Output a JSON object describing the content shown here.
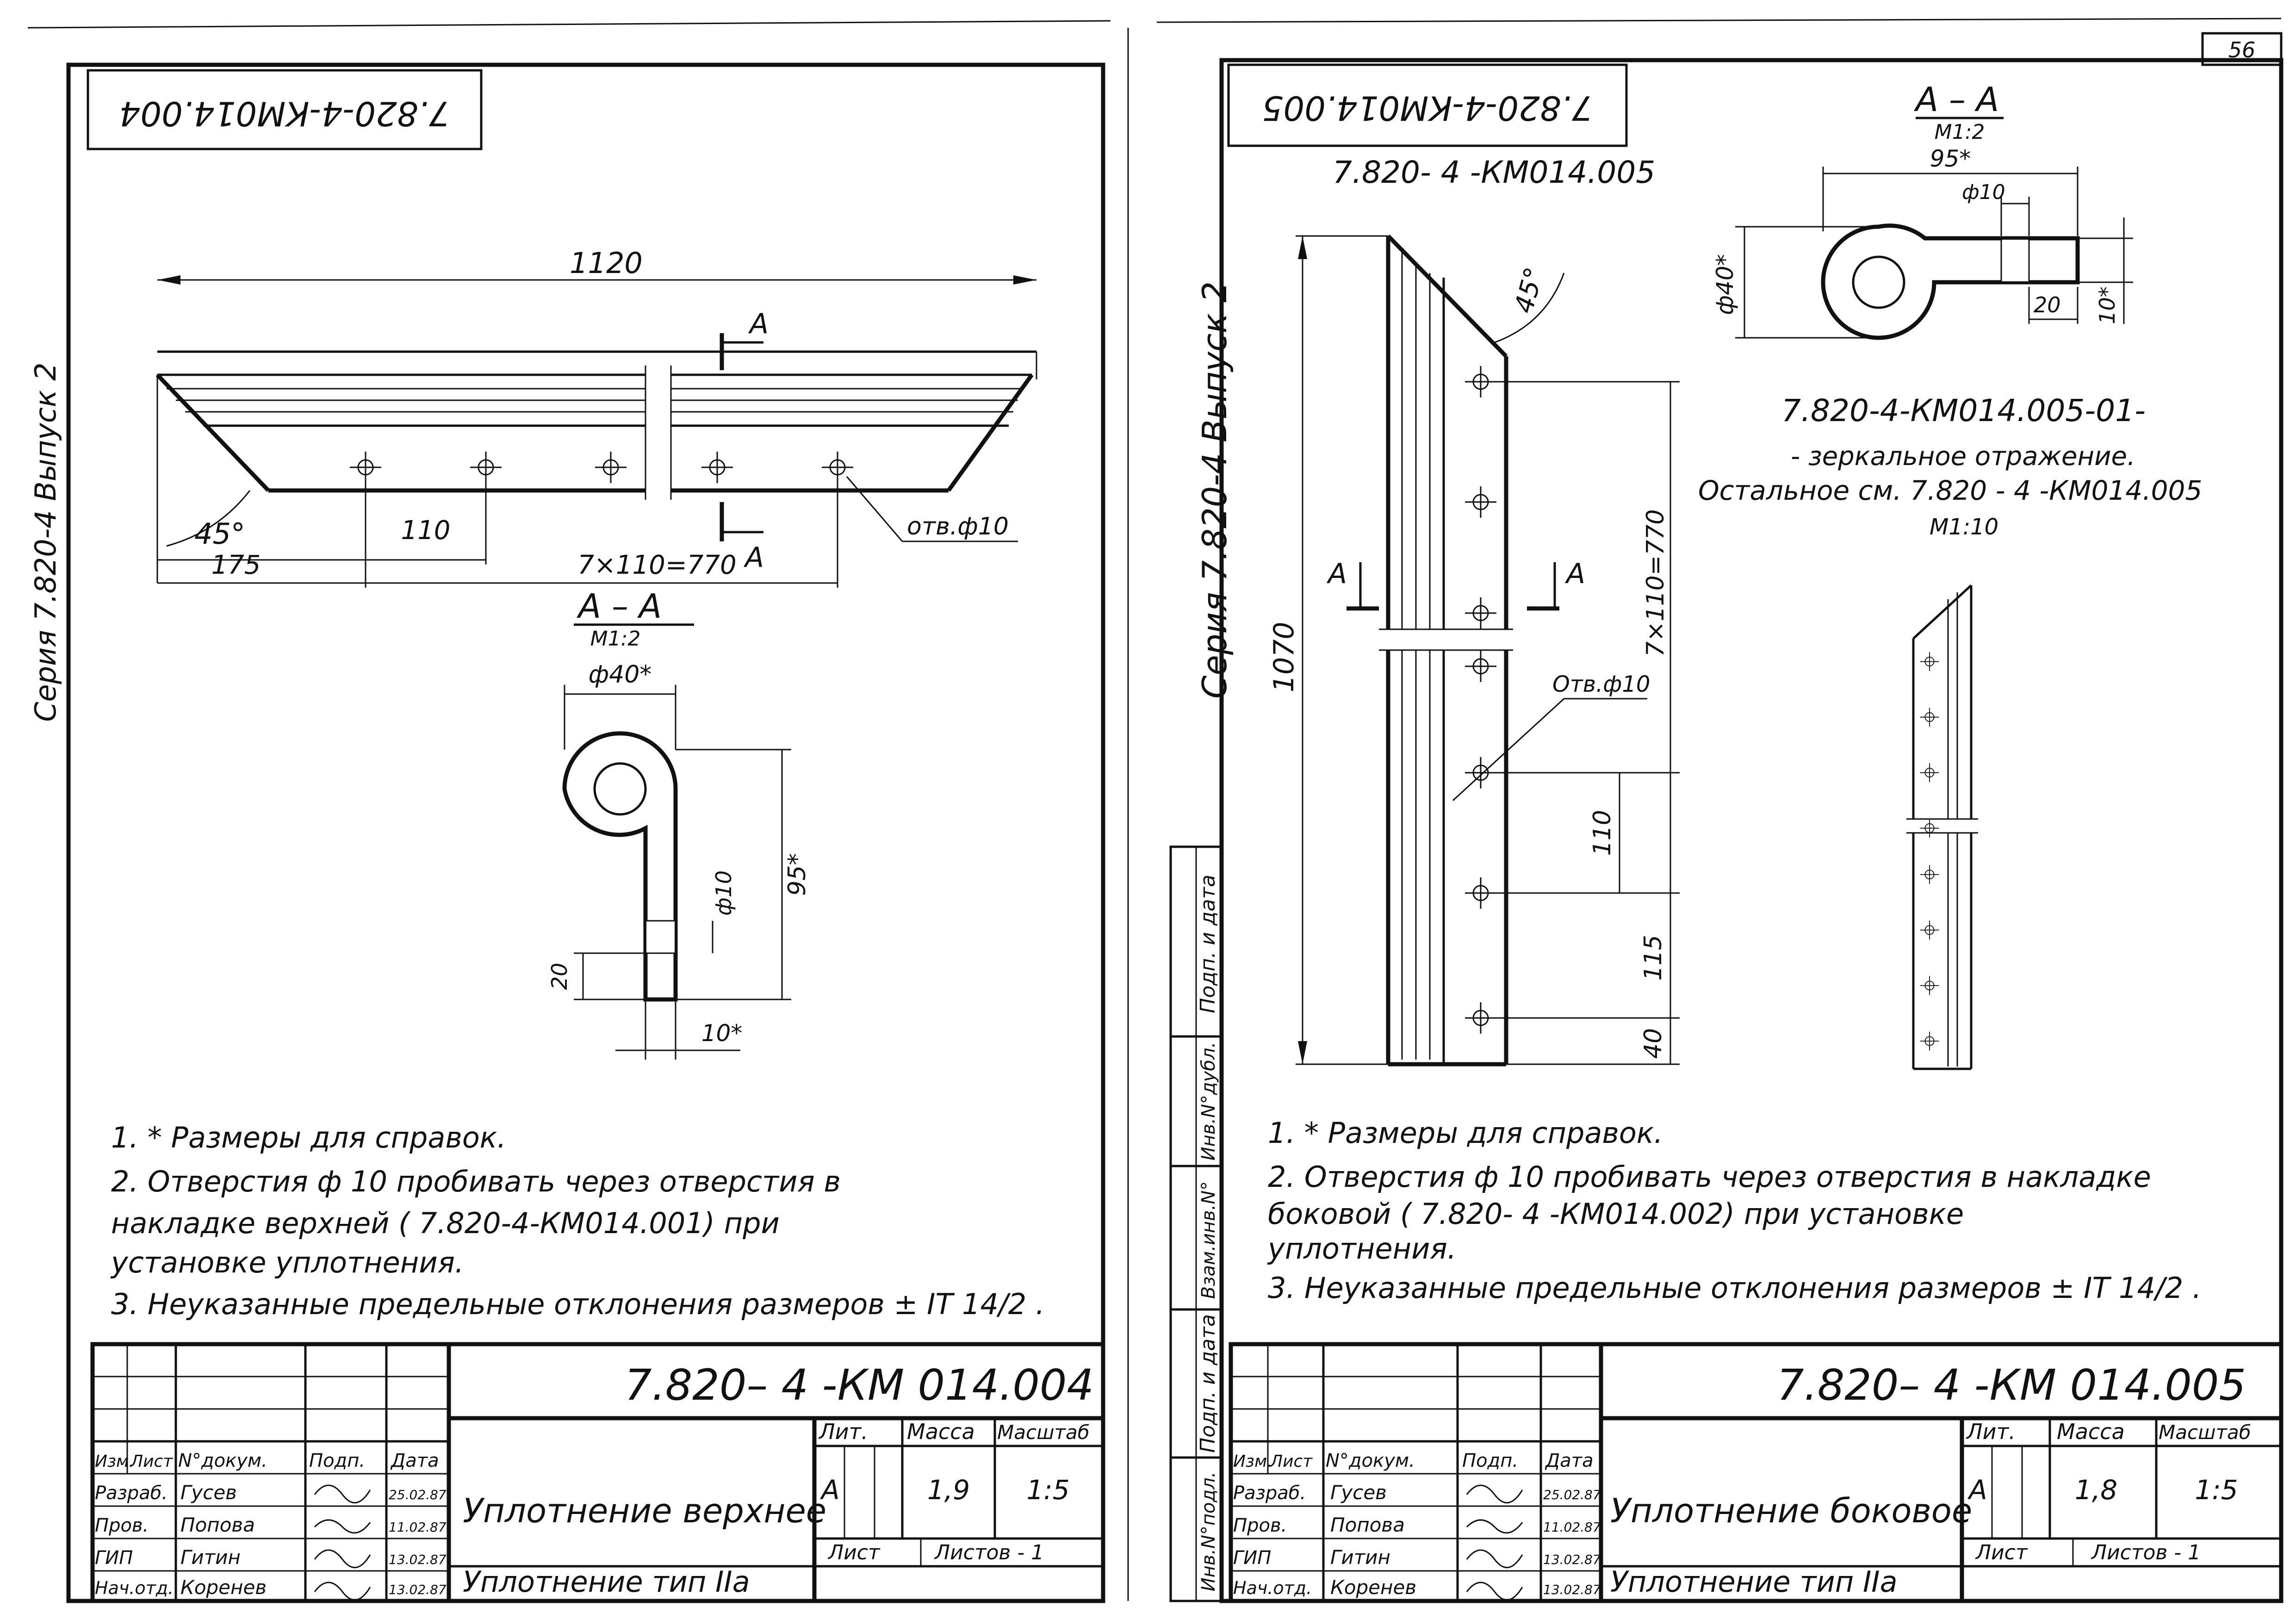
{
  "page_number": "56",
  "left": {
    "stamp": "7.820-4-КМ014.004",
    "side_text": "Серия 7.820-4 Выпуск 2",
    "dim_total": "1120",
    "dim_175": "175",
    "dim_110": "110",
    "dim_770": "7×110=770",
    "angle": "45°",
    "hole_label": "отв.ф10",
    "cut_mark": "А",
    "section_title": "А – А",
    "section_scale": "М1:2",
    "dim_d40": "ф40*",
    "dim_95": "95*",
    "dim_d10": "ф10",
    "dim_20": "20",
    "dim_10": "10*",
    "notes": [
      "1.  * Размеры для справок.",
      "2.  Отверстия  ф 10 пробивать через отверстия в",
      "     накладке верхней (          7.820-4-КМ014.001) при",
      "     установке  уплотнения.",
      "3.  Неуказанные предельные отклонения размеров ± IT 14/2 ."
    ],
    "title_block": {
      "designation": "7.820– 4 -КМ 014.004",
      "name": "Уплотнение верхнее",
      "subname": "Уплотнение тип IIа",
      "col_headers": [
        "Изм.",
        "Лист",
        "N°докум.",
        "Подп.",
        "Дата"
      ],
      "rows": [
        {
          "role": "Разраб.",
          "person": "Гусев",
          "date": "25.02.87"
        },
        {
          "role": "Пров.",
          "person": "Попова",
          "date": "11.02.87"
        },
        {
          "role": "ГИП",
          "person": "Гитин",
          "date": "13.02.87"
        },
        {
          "role": "Нач.отд.",
          "person": "Коренев",
          "date": "13.02.87"
        }
      ],
      "lit_label": "Лит.",
      "mass_label": "Масса",
      "scale_label": "Масштаб",
      "lit": "А",
      "mass": "1,9",
      "scale": "1:5",
      "sheet_label": "Лист",
      "sheets_label": "Листов - 1"
    }
  },
  "right": {
    "stamp": "7.820-4-КМ014.005",
    "part_label": "7.820- 4 -КМ014.005",
    "side_text": "Серия 7.820-4  Выпуск 2",
    "dim_1070": "1070",
    "dim_770": "7×110=770",
    "dim_110": "110",
    "dim_115": "115",
    "dim_40": "40",
    "angle": "45°",
    "hole_label": "Отв.ф10",
    "cut_mark": "А",
    "section_title": "А – А",
    "section_scale": "М1:2",
    "dim_95": "95*",
    "dim_d10": "ф10",
    "dim_d40": "ф40*",
    "dim_20": "20",
    "dim_10": "10*",
    "mirror_label": "7.820-4-КМ014.005-01-",
    "mirror_line1": "- зеркальное отражение.",
    "mirror_line2": "Остальное см. 7.820 - 4 -КМ014.005",
    "mirror_scale": "М1:10",
    "notes": [
      "1.  * Размеры для справок.",
      "2.  Отверстия  ф 10 пробивать через отверстия в накладке",
      "     боковой (        7.820- 4 -КМ014.002) при установке",
      "     уплотнения.",
      "3.  Неуказанные  предельные отклонения размеров ± IT 14/2 ."
    ],
    "title_block": {
      "designation": "7.820– 4 -КМ 014.005",
      "name": "Уплотнение боковое",
      "subname": "Уплотнение тип IIа",
      "col_headers": [
        "Изм.",
        "Лист",
        "N°докум.",
        "Подп.",
        "Дата"
      ],
      "rows": [
        {
          "role": "Разраб.",
          "person": "Гусев",
          "date": "25.02.87"
        },
        {
          "role": "Пров.",
          "person": "Попова",
          "date": "11.02.87"
        },
        {
          "role": "ГИП",
          "person": "Гитин",
          "date": "13.02.87"
        },
        {
          "role": "Нач.отд.",
          "person": "Коренев",
          "date": "13.02.87"
        }
      ],
      "lit_label": "Лит.",
      "mass_label": "Масса",
      "scale_label": "Масштаб",
      "lit": "А",
      "mass": "1,8",
      "scale": "1:5",
      "sheet_label": "Лист",
      "sheets_label": "Листов - 1"
    }
  },
  "margin_labels": [
    "Подп. и дата",
    "Взам.инв.N°",
    "Инв.N°дубл.",
    "Подп. и дата",
    "Инв.N°подл."
  ]
}
